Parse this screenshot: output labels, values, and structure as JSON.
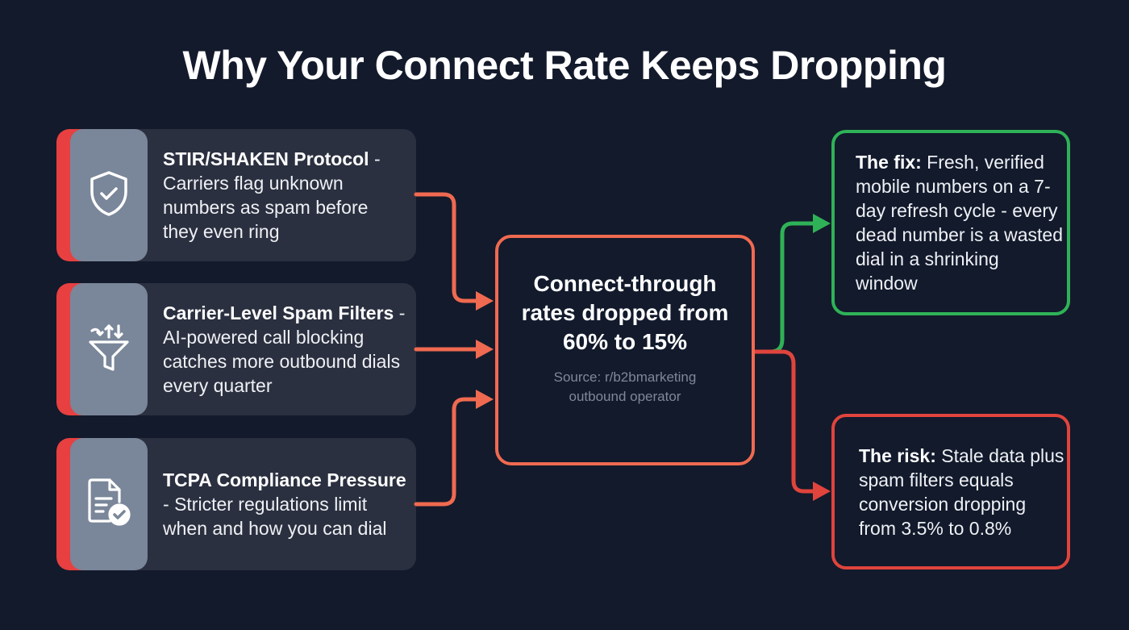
{
  "title": "Why Your Connect Rate Keeps Dropping",
  "causes": [
    {
      "icon": "shield-check-icon",
      "title": "STIR/SHAKEN Protocol",
      "separator": " - ",
      "body": "Carriers flag unknown numbers as spam before they even ring"
    },
    {
      "icon": "filter-funnel-icon",
      "title": "Carrier-Level Spam Filters",
      "separator": " - ",
      "body": "AI-powered call blocking catches more outbound dials every quarter"
    },
    {
      "icon": "document-check-icon",
      "title": "TCPA Compliance Pressure",
      "separator": " - ",
      "body": "Stricter regulations limit when and how you can dial"
    }
  ],
  "center": {
    "headline": "Connect-through rates dropped from 60% to 15%",
    "source": "Source: r/b2bmarketing outbound operator"
  },
  "outcomes": {
    "fix": {
      "label": "The fix:",
      "body": " Fresh, verified mobile numbers on a 7-day refresh cycle - every dead number is a wasted dial in a shrinking window"
    },
    "risk": {
      "label": "The risk:",
      "body": " Stale data plus spam filters equals conversion dropping from 3.5% to 0.8%"
    }
  },
  "colors": {
    "background": "#131a2b",
    "cause_accent": "#e84040",
    "cause_card": "#2b3040",
    "icon_panel": "#7a8699",
    "center_border": "#ef6a50",
    "fix_border": "#2fb257",
    "risk_border": "#e0443c"
  }
}
